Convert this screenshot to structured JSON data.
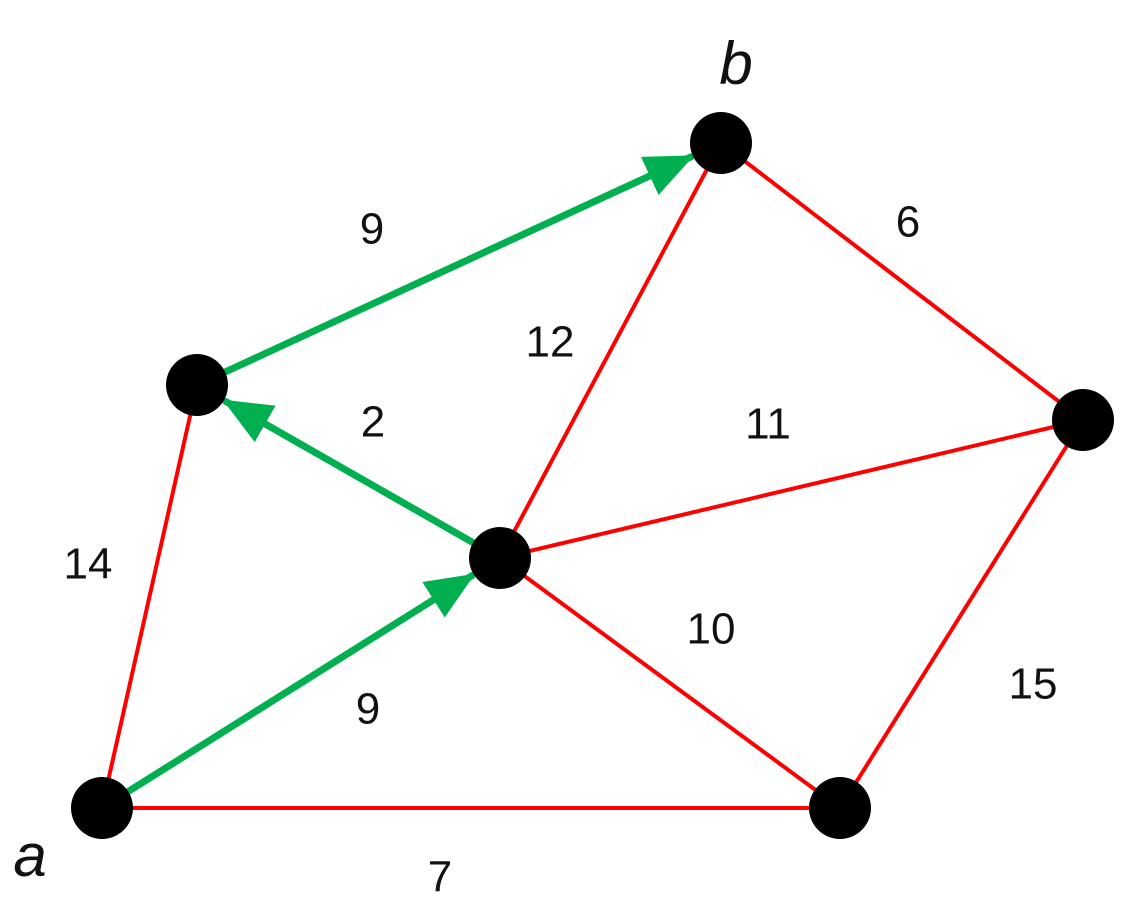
{
  "colors": {
    "edge": "#ff0000",
    "shortest_path": "#00b050",
    "node": "#000000",
    "text": "#111111"
  },
  "graph": {
    "nodes": [
      {
        "id": "a",
        "label": "a"
      },
      {
        "id": "b",
        "label": "b"
      },
      {
        "id": "c",
        "label": ""
      },
      {
        "id": "d",
        "label": ""
      },
      {
        "id": "e",
        "label": ""
      },
      {
        "id": "f",
        "label": ""
      }
    ],
    "edges": [
      {
        "id": "c-b",
        "from": "c",
        "to": "b",
        "weight": "9",
        "on_path": true
      },
      {
        "id": "b-e",
        "from": "b",
        "to": "e",
        "weight": "6",
        "on_path": false
      },
      {
        "id": "d-b",
        "from": "d",
        "to": "b",
        "weight": "12",
        "on_path": false
      },
      {
        "id": "d-c",
        "from": "d",
        "to": "c",
        "weight": "2",
        "on_path": true
      },
      {
        "id": "d-e",
        "from": "d",
        "to": "e",
        "weight": "11",
        "on_path": false
      },
      {
        "id": "a-c",
        "from": "a",
        "to": "c",
        "weight": "14",
        "on_path": false
      },
      {
        "id": "a-d",
        "from": "a",
        "to": "d",
        "weight": "9",
        "on_path": true
      },
      {
        "id": "d-f",
        "from": "d",
        "to": "f",
        "weight": "10",
        "on_path": false
      },
      {
        "id": "f-e",
        "from": "f",
        "to": "e",
        "weight": "15",
        "on_path": false
      },
      {
        "id": "a-f",
        "from": "a",
        "to": "f",
        "weight": "7",
        "on_path": false
      }
    ]
  }
}
